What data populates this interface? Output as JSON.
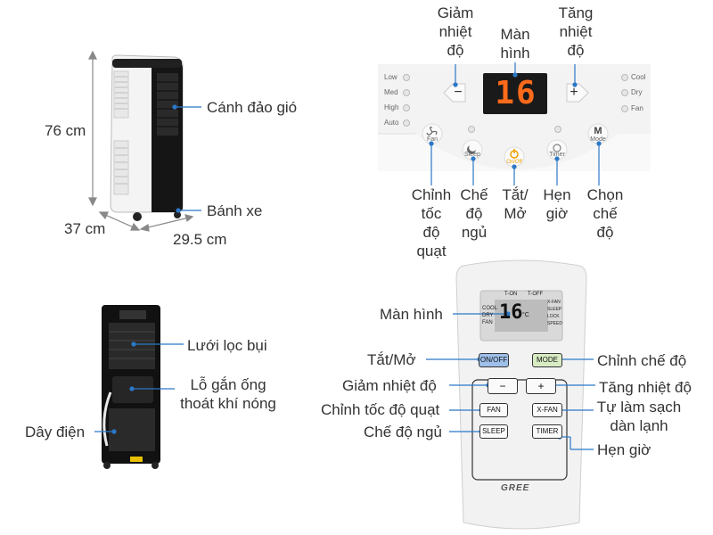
{
  "unit_front": {
    "height": "76 cm",
    "depth": "37 cm",
    "width": "29.5 cm",
    "callouts": {
      "louver": "Cánh đảo gió",
      "wheels": "Bánh xe"
    }
  },
  "unit_back": {
    "callouts": {
      "filter": "Lưới lọc bụi",
      "exhaust_line1": "Lỗ gắn ống",
      "exhaust_line2": "thoát khí nóng",
      "cord": "Dây điện"
    }
  },
  "control_panel": {
    "top_labels": {
      "temp_down": [
        "Giảm",
        "nhiệt",
        "độ"
      ],
      "display": [
        "Màn",
        "hình"
      ],
      "temp_up": [
        "Tăng",
        "nhiệt",
        "độ"
      ]
    },
    "display_value": "16",
    "speed_options": [
      "Low",
      "Med",
      "High",
      "Auto"
    ],
    "mode_options": [
      "Cool",
      "Dry",
      "Fan"
    ],
    "buttons": {
      "fan": "Fan",
      "sleep": "Sleep",
      "power": "On/Off",
      "timer": "Timer",
      "mode": "Mode",
      "mode_letter": "M"
    },
    "bottom_labels": {
      "fan": [
        "Chỉnh",
        "tốc",
        "độ",
        "quạt"
      ],
      "sleep": [
        "Chế",
        "độ",
        "ngủ"
      ],
      "power": [
        "Tắt/",
        "Mở"
      ],
      "timer": [
        "Hẹn",
        "giờ"
      ],
      "mode": [
        "Chọn",
        "chế",
        "độ"
      ]
    }
  },
  "remote": {
    "brand": "GREE",
    "lcd": {
      "timer_on": "T-ON",
      "timer_off": "T-OFF",
      "modes": [
        "COOL",
        "DRY",
        "FAN"
      ],
      "temp": "16",
      "unit": "°C",
      "right_items": [
        "X-FAN",
        "SLEEP",
        "LOCK",
        "SPEED"
      ]
    },
    "buttons": {
      "onoff": "ON/OFF",
      "mode": "MODE",
      "minus": "−",
      "plus": "+",
      "fan": "FAN",
      "xfan": "X-FAN",
      "sleep": "SLEEP",
      "timer": "TIMER"
    },
    "callouts": {
      "display": "Màn hình",
      "onoff": "Tắt/Mở",
      "temp_down": "Giảm nhiệt độ",
      "fan_speed": "Chỉnh tốc độ quạt",
      "sleep": "Chế độ ngủ",
      "mode": "Chỉnh chế độ",
      "temp_up": "Tăng nhiệt độ",
      "xfan_line1": "Tự làm sạch",
      "xfan_line2": "dàn lạnh",
      "timer": "Hẹn giờ"
    }
  }
}
